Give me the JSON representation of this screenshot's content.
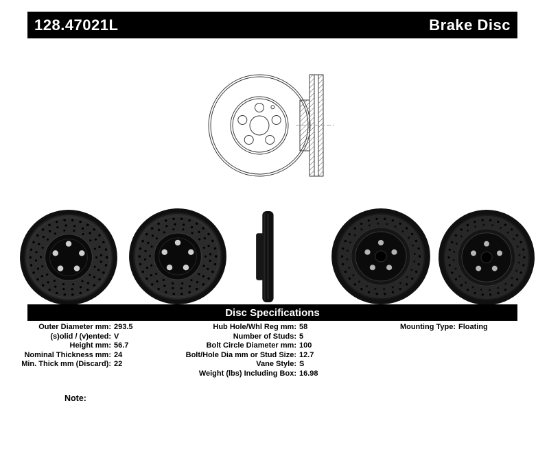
{
  "colors": {
    "bar_bg": "#000000",
    "bar_text": "#ffffff"
  },
  "header": {
    "part_number": "128.47021L",
    "product_type": "Brake Disc"
  },
  "drawings": {
    "front_view": "brake-disc-front-line-drawing",
    "side_view": "brake-disc-cross-section-drawing"
  },
  "photos": [
    "rotor-front-drilled-view",
    "rotor-front-drilled-angled-view",
    "rotor-edge-profile-view",
    "rotor-rear-angled-view",
    "rotor-rear-view"
  ],
  "specs": {
    "banner_title": "Disc Specifications",
    "left": [
      {
        "label": "Outer Diameter mm:",
        "value": "293.5"
      },
      {
        "label": "(s)olid / (v)ented:",
        "value": "V"
      },
      {
        "label": "Height mm:",
        "value": "56.7"
      },
      {
        "label": "Nominal Thickness mm:",
        "value": "24"
      },
      {
        "label": "Min. Thick mm (Discard):",
        "value": "22"
      }
    ],
    "middle": [
      {
        "label": "Hub Hole/Whl Reg mm:",
        "value": "58"
      },
      {
        "label": "Number of Studs:",
        "value": "5"
      },
      {
        "label": "Bolt Circle Diameter mm:",
        "value": "100"
      },
      {
        "label": "Bolt/Hole Dia mm or Stud Size:",
        "value": "12.7"
      },
      {
        "label": "Vane Style:",
        "value": "S"
      },
      {
        "label": "Weight (lbs) Including Box:",
        "value": "16.98"
      }
    ],
    "right": [
      {
        "label": "Mounting Type:",
        "value": "Floating"
      }
    ]
  },
  "note_label": "Note:"
}
